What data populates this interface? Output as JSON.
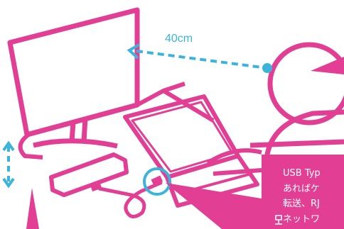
{
  "distance_label": "40cm",
  "callout": {
    "line1": "USB Typ",
    "line2": "あればケ",
    "line3": "転送、RJ",
    "line4": "ネットワ"
  },
  "colors": {
    "magenta": "#e23e93",
    "cyan": "#3bb4dc",
    "background": "#ffffff"
  },
  "icons": [
    "distance-arrow",
    "height-arrow",
    "usb-connector-highlight",
    "usb-plug-icon"
  ]
}
